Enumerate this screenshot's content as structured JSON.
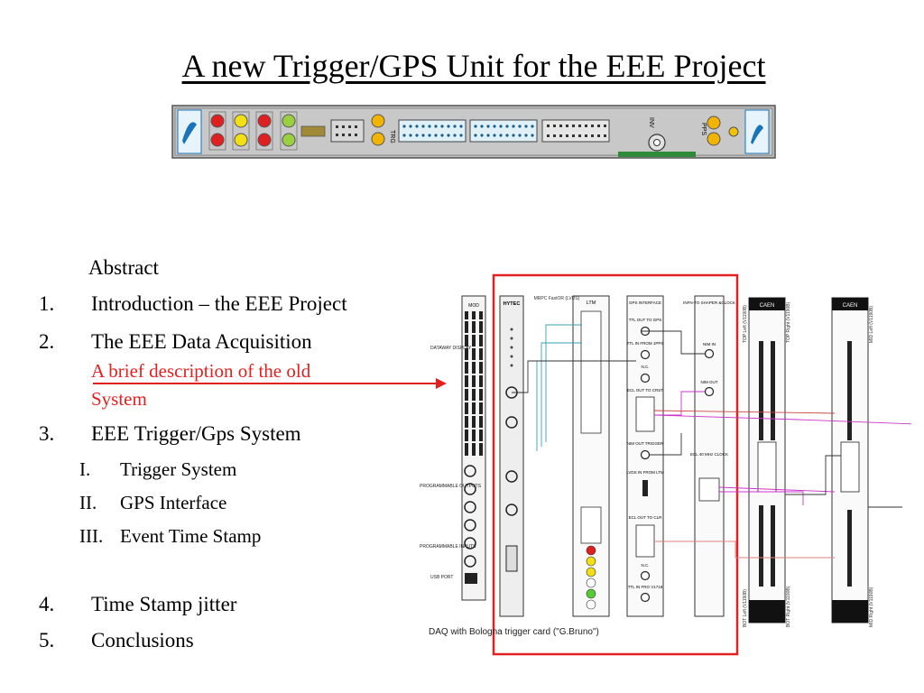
{
  "slide": {
    "title": "A new Trigger/GPS Unit for the EEE Project"
  },
  "panel": {
    "label_trg": "TRG",
    "label_pps": "PPS",
    "label_inv": "INV"
  },
  "outline": {
    "abstract": "Abstract",
    "items": [
      {
        "num": "1.",
        "text": "Introduction – the EEE Project"
      },
      {
        "num": "2.",
        "text": "The EEE Data Acquisition"
      },
      {
        "num": "3.",
        "text": "EEE Trigger/Gps System"
      },
      {
        "num": "4.",
        "text": "Time Stamp jitter"
      },
      {
        "num": "5.",
        "text": "Conclusions"
      }
    ],
    "note_line1": "A brief description of the old",
    "note_line2": "System",
    "subitems": [
      {
        "num": "I.",
        "text": "Trigger System"
      },
      {
        "num": "II.",
        "text": "GPS Interface"
      },
      {
        "num": "III.",
        "text": "Event Time Stamp"
      }
    ]
  },
  "diagram": {
    "caption": "DAQ with Bologna trigger card (\"G.Bruno\")",
    "modules": {
      "hytec": "HYTEC",
      "ltm": "LTM",
      "gps": "GPS INTERFACE",
      "infn": "INFN-TO SHAPER &CLOCK",
      "caen": "CAEN",
      "mrpc": "MRPC FastOR (LVDS)"
    },
    "gps_labels": [
      "TTL OUT TO GPS",
      "TTL IN FROM 1PPS",
      "N.C.",
      "ECL OUT TO CRST",
      "NIM OUT TRIGGER",
      "LVDS IN FROM LTM",
      "ECL OUT TO CLR",
      "N.C.",
      "TTL IN FRO V1718"
    ],
    "infn_labels": [
      "NIM IN",
      "NIM OUT",
      "ECL 40 MHz CLOCK"
    ],
    "left_labels": [
      "DATAWAY DISPLAY",
      "PROGRAMMABLE OUTPUTS",
      "PROGRAMMABLE INPUTS",
      "USB PORT"
    ],
    "caen_labels": [
      "TOP Left (V1190B)",
      "TOP Right (V1190B)",
      "MID Left (V1190B)",
      "MID Right (V1190B)",
      "BOT Left (V1190B)",
      "BOT Right (V1190B)"
    ],
    "colors": {
      "highlight_box": "#e32020",
      "arrow": "#e32020"
    }
  }
}
